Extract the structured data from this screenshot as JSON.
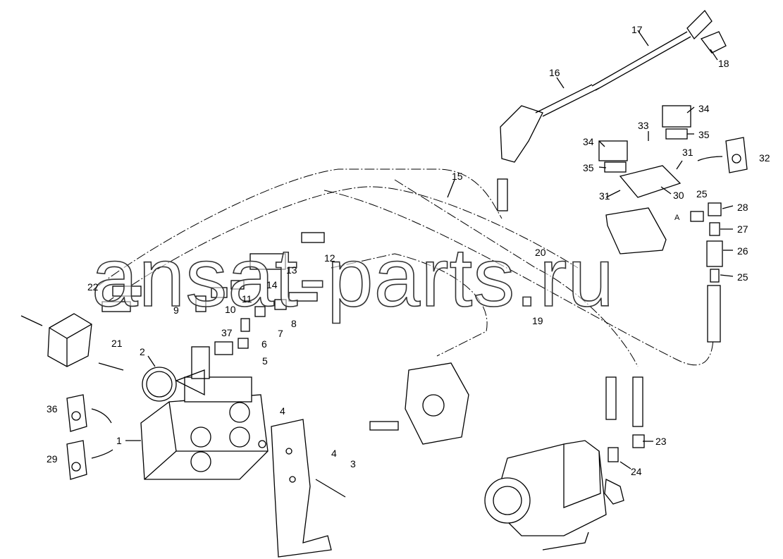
{
  "watermark": "ansat-parts.ru",
  "arrow_letter": "A",
  "callouts": [
    "1",
    "2",
    "3",
    "4",
    "4",
    "5",
    "6",
    "7",
    "8",
    "9",
    "10",
    "11",
    "12",
    "13",
    "14",
    "15",
    "16",
    "17",
    "18",
    "19",
    "20",
    "21",
    "22",
    "23",
    "24",
    "25",
    "25",
    "26",
    "27",
    "28",
    "29",
    "30",
    "31",
    "31",
    "32",
    "33",
    "34",
    "34",
    "35",
    "35",
    "36",
    "37"
  ]
}
